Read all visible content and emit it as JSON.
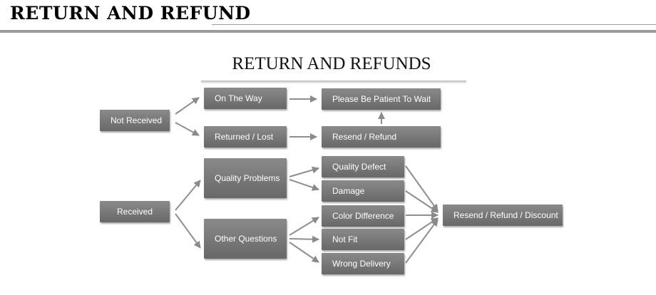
{
  "header": {
    "title": "RETURN AND REFUND"
  },
  "diagram": {
    "title": "RETURN AND REFUNDS",
    "nodes": {
      "not_received": "Not Received",
      "on_the_way": "On The Way",
      "returned_lost": "Returned / Lost",
      "please_wait": "Please Be Patient To Wait",
      "resend_refund": "Resend / Refund",
      "received": "Received",
      "quality_problems": "Quality Problems",
      "other_questions": "Other Questions",
      "quality_defect": "Quality Defect",
      "damage": "Damage",
      "color_difference": "Color Difference",
      "not_fit": "Not Fit",
      "wrong_delivery": "Wrong Delivery",
      "final": "Resend / Refund / Discount"
    }
  }
}
